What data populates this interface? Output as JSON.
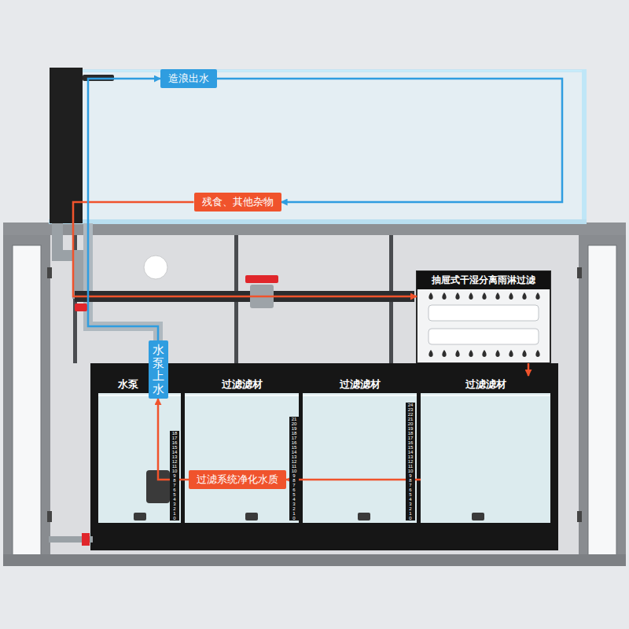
{
  "diagram": {
    "nodes": [
      {
        "text": [
          "造浪出水"
        ]
      },
      {
        "text": [
          "残食、其他杂物"
        ]
      },
      {
        "text": [
          "抽屉式干湿分离雨淋过滤"
        ]
      },
      {
        "text": [
          "水泵上水"
        ]
      },
      {
        "text": [
          "水泵"
        ]
      },
      {
        "text": [
          "过滤滤材"
        ]
      },
      {
        "text": [
          "过滤滤材"
        ]
      },
      {
        "text": [
          "过滤滤材"
        ]
      },
      {
        "text": [
          "过滤系统净化水质"
        ]
      }
    ],
    "edges": [
      {
        "from": 0,
        "to": 1,
        "arrow": "to"
      },
      {
        "from": 1,
        "to": 2,
        "arrow": "to"
      },
      {
        "from": 2,
        "to": 7,
        "arrow": "to"
      },
      {
        "from": 7,
        "to": 8,
        "arrow": "to"
      },
      {
        "from": 8,
        "to": 3,
        "arrow": "to"
      },
      {
        "from": 3,
        "to": 0,
        "arrow": "to"
      }
    ],
    "labels": [
      "18",
      "17",
      "16",
      "15",
      "14",
      "13",
      "12",
      "11",
      "10",
      "9",
      "8",
      "7",
      "6",
      "5",
      "4",
      "3",
      "2",
      "1",
      "0",
      "21",
      "20",
      "19",
      "18",
      "17",
      "16",
      "15",
      "14",
      "13",
      "12",
      "11",
      "10",
      "9",
      "8",
      "7",
      "6",
      "5",
      "4",
      "3",
      "2",
      "1",
      "0",
      "24",
      "23",
      "22",
      "21",
      "20",
      "19",
      "18",
      "17",
      "16",
      "15",
      "14",
      "13",
      "12",
      "11",
      "10",
      "9",
      "8",
      "7",
      "6",
      "5",
      "4",
      "3",
      "2",
      "1",
      "0"
    ]
  }
}
